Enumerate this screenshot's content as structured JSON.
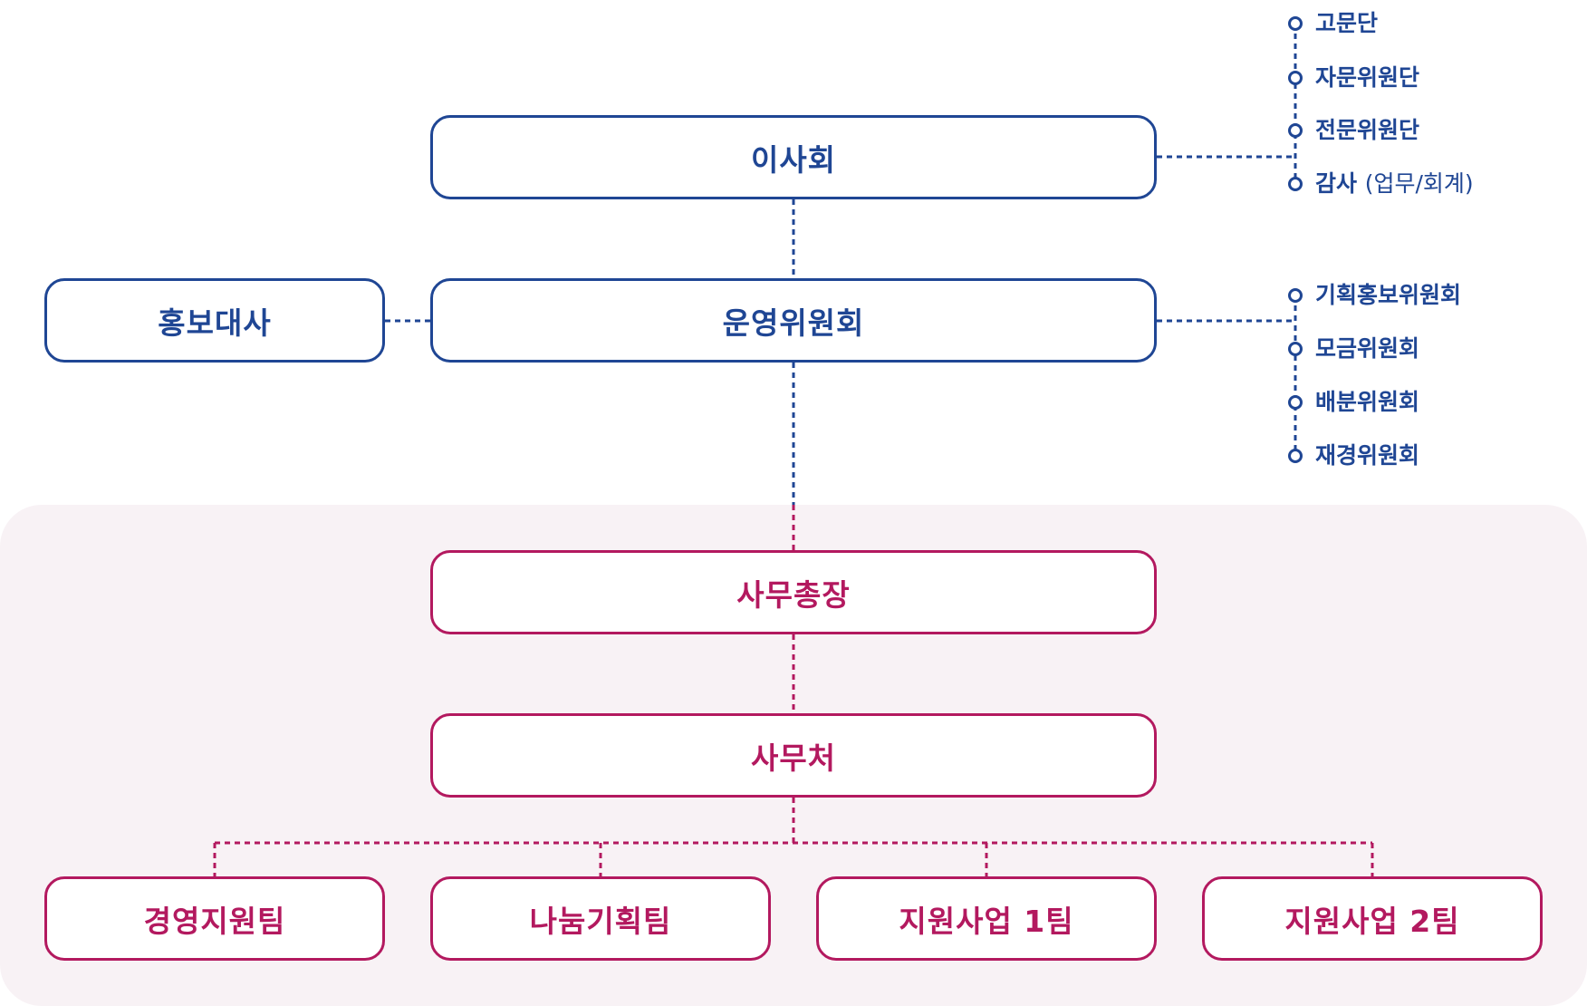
{
  "colors": {
    "blue": "#1f4694",
    "magenta": "#b3195f",
    "panel": "#f8f2f5"
  },
  "nodes": {
    "board": "이사회",
    "operating_committee": "운영위원회",
    "ambassador": "홍보대사",
    "secretary_general": "사무총장",
    "secretariat": "사무처"
  },
  "teams": [
    "경영지원팀",
    "나눔기획팀",
    "지원사업 1팀",
    "지원사업 2팀"
  ],
  "board_side": [
    {
      "label": "고문단"
    },
    {
      "label": "자문위원단"
    },
    {
      "label": "전문위원단"
    },
    {
      "label": "감사",
      "sub": "(업무/회계)"
    }
  ],
  "committee_side": [
    {
      "label": "기획홍보위원회"
    },
    {
      "label": "모금위원회"
    },
    {
      "label": "배분위원회"
    },
    {
      "label": "재경위원회"
    }
  ]
}
